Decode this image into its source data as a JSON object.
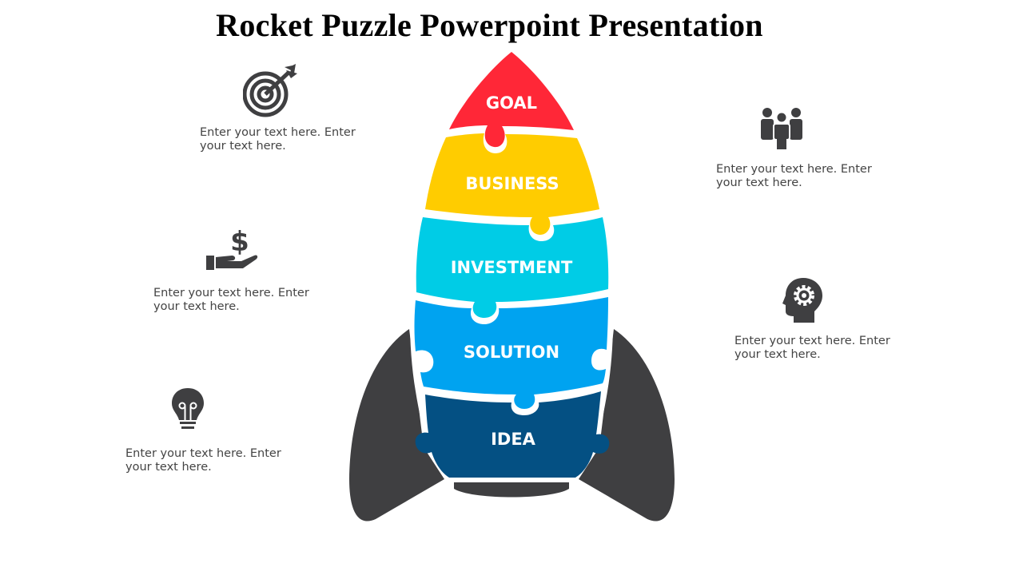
{
  "title": "Rocket Puzzle Powerpoint Presentation",
  "rocket": {
    "segments": [
      {
        "label": "GOAL",
        "color": "#FF2737"
      },
      {
        "label": "BUSINESS",
        "color": "#FFCC00"
      },
      {
        "label": "INVESTMENT",
        "color": "#00CCE6"
      },
      {
        "label": "SOLUTION",
        "color": "#00A3F0"
      },
      {
        "label": "IDEA",
        "color": "#045083"
      }
    ],
    "fin_color": "#3F3F41"
  },
  "left_items": [
    {
      "icon": "target-icon",
      "text": "Enter your text here. Enter your text here."
    },
    {
      "icon": "money-hand-icon",
      "text": "Enter your text here. Enter your text here."
    },
    {
      "icon": "lightbulb-icon",
      "text": "Enter your text here. Enter your text here."
    }
  ],
  "right_items": [
    {
      "icon": "team-icon",
      "text": "Enter your text here. Enter your text here."
    },
    {
      "icon": "head-gear-icon",
      "text": "Enter your text here. Enter your text here."
    }
  ]
}
